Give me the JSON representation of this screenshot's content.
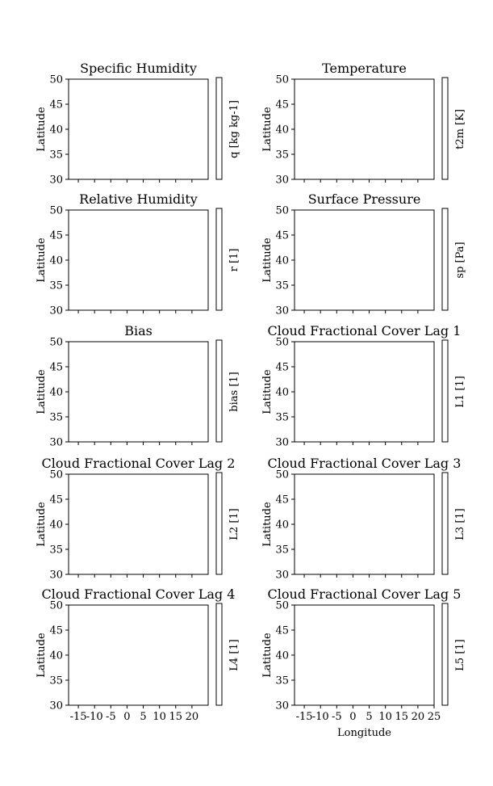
{
  "chart_data": [
    {
      "type": "heatmap",
      "title": "Specific Humidity",
      "ylabel": "Latitude",
      "xlabel": "",
      "colorbar_label": "q [kg kg-1]",
      "ylim": [
        30,
        50
      ],
      "y_ticks": [
        "30",
        "35",
        "40",
        "45",
        "50"
      ],
      "x_tick_labels": [],
      "values": []
    },
    {
      "type": "heatmap",
      "title": "Temperature",
      "ylabel": "Latitude",
      "xlabel": "",
      "colorbar_label": "t2m [K]",
      "ylim": [
        30,
        50
      ],
      "y_ticks": [
        "30",
        "35",
        "40",
        "45",
        "50"
      ],
      "x_tick_labels": [],
      "values": []
    },
    {
      "type": "heatmap",
      "title": "Relative Humidity",
      "ylabel": "Latitude",
      "xlabel": "",
      "colorbar_label": "r [1]",
      "ylim": [
        30,
        50
      ],
      "y_ticks": [
        "30",
        "35",
        "40",
        "45",
        "50"
      ],
      "x_tick_labels": [],
      "values": []
    },
    {
      "type": "heatmap",
      "title": "Surface Pressure",
      "ylabel": "Latitude",
      "xlabel": "",
      "colorbar_label": "sp [Pa]",
      "ylim": [
        30,
        50
      ],
      "y_ticks": [
        "30",
        "35",
        "40",
        "45",
        "50"
      ],
      "x_tick_labels": [],
      "values": []
    },
    {
      "type": "heatmap",
      "title": "Bias",
      "ylabel": "Latitude",
      "xlabel": "",
      "colorbar_label": "bias [1]",
      "ylim": [
        30,
        50
      ],
      "y_ticks": [
        "30",
        "35",
        "40",
        "45",
        "50"
      ],
      "x_tick_labels": [],
      "values": []
    },
    {
      "type": "heatmap",
      "title": "Cloud Fractional Cover Lag 1",
      "ylabel": "Latitude",
      "xlabel": "",
      "colorbar_label": "L1 [1]",
      "ylim": [
        30,
        50
      ],
      "y_ticks": [
        "30",
        "35",
        "40",
        "45",
        "50"
      ],
      "x_tick_labels": [],
      "values": []
    },
    {
      "type": "heatmap",
      "title": "Cloud Fractional Cover Lag 2",
      "ylabel": "Latitude",
      "xlabel": "",
      "colorbar_label": "L2 [1]",
      "ylim": [
        30,
        50
      ],
      "y_ticks": [
        "30",
        "35",
        "40",
        "45",
        "50"
      ],
      "x_tick_labels": [],
      "values": []
    },
    {
      "type": "heatmap",
      "title": "Cloud Fractional Cover Lag 3",
      "ylabel": "Latitude",
      "xlabel": "",
      "colorbar_label": "L3 [1]",
      "ylim": [
        30,
        50
      ],
      "y_ticks": [
        "30",
        "35",
        "40",
        "45",
        "50"
      ],
      "x_tick_labels": [],
      "values": []
    },
    {
      "type": "heatmap",
      "title": "Cloud Fractional Cover Lag 4",
      "ylabel": "Latitude",
      "xlabel": "",
      "colorbar_label": "L4 [1]",
      "ylim": [
        30,
        50
      ],
      "y_ticks": [
        "30",
        "35",
        "40",
        "45",
        "50"
      ],
      "x_tick_labels": [
        "-15",
        "-10",
        "-5",
        "0",
        "5",
        "10",
        "15",
        "20"
      ],
      "values": []
    },
    {
      "type": "heatmap",
      "title": "Cloud Fractional Cover Lag 5",
      "ylabel": "Latitude",
      "xlabel": "Longitude",
      "colorbar_label": "L5 [1]",
      "ylim": [
        30,
        50
      ],
      "y_ticks": [
        "30",
        "35",
        "40",
        "45",
        "50"
      ],
      "x_tick_labels": [
        "-15",
        "-10",
        "-5",
        "0",
        "5",
        "10",
        "15",
        "20",
        "25"
      ],
      "values": []
    }
  ],
  "colors": {
    "axis": "#000000",
    "background": "#ffffff"
  }
}
